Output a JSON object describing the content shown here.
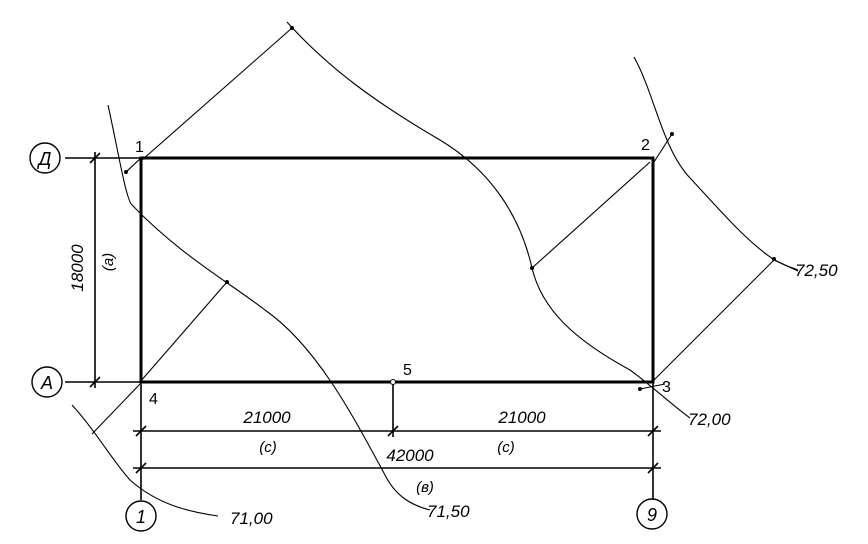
{
  "axes": {
    "letter_top": "Д",
    "letter_bottom": "А",
    "number_left": "1",
    "number_right": "9"
  },
  "corners": {
    "c1": "1",
    "c2": "2",
    "c3": "3",
    "c4": "4",
    "c5": "5"
  },
  "dimensions": {
    "vertical": "18000",
    "vertical_tag": "(а)",
    "half_left": "21000",
    "half_right": "21000",
    "half_left_tag": "(с)",
    "half_right_tag": "(с)",
    "total": "42000",
    "total_tag": "(в)"
  },
  "contours": {
    "c7250": "72,50",
    "c7200": "72,00",
    "c7150": "71,50",
    "c7100": "71,00"
  }
}
